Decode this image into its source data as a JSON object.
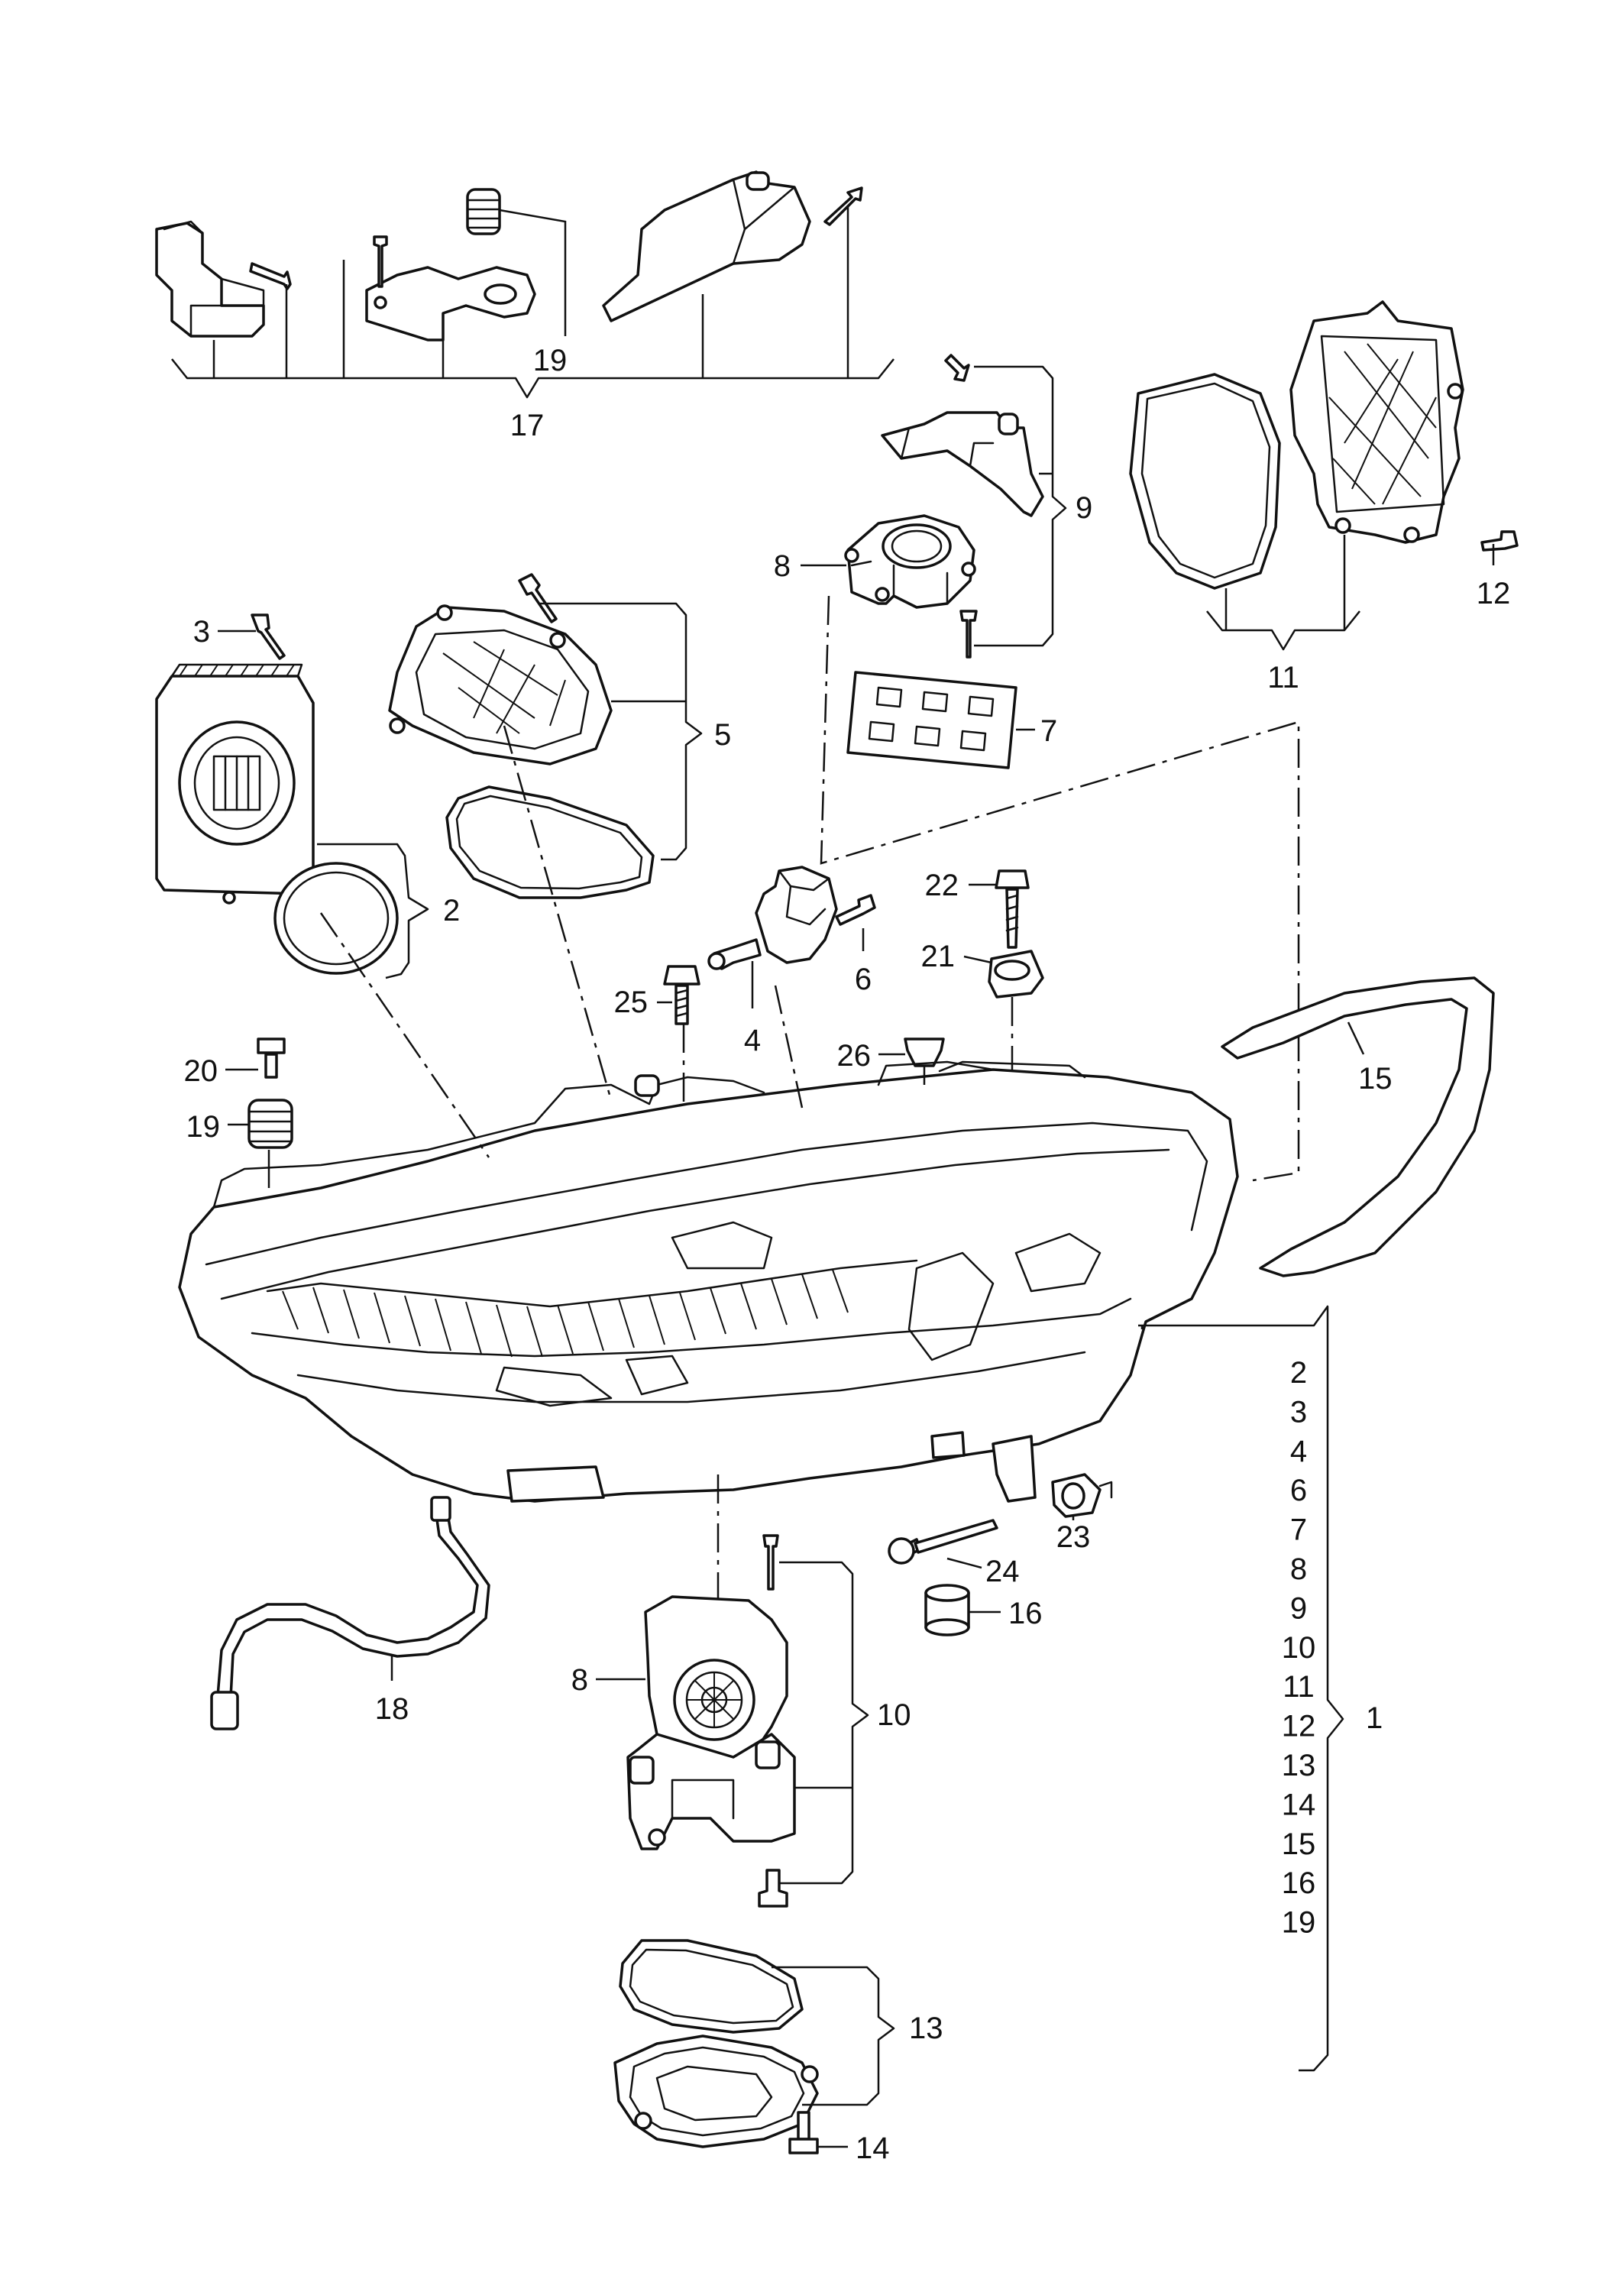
{
  "callouts": {
    "c1": "1",
    "c2": "2",
    "c3": "3",
    "c4": "4",
    "c5": "5",
    "c6": "6",
    "c7": "7",
    "c8_top": "8",
    "c8_bottom": "8",
    "c9": "9",
    "c10": "10",
    "c11": "11",
    "c12": "12",
    "c13": "13",
    "c14": "14",
    "c15": "15",
    "c16": "16",
    "c17": "17",
    "c18": "18",
    "c19_top": "19",
    "c19_left": "19",
    "c20": "20",
    "c21": "21",
    "c22": "22",
    "c23": "23",
    "c24": "24",
    "c25": "25",
    "c26": "26"
  },
  "assembly_list": [
    "2",
    "3",
    "4",
    "6",
    "7",
    "8",
    "9",
    "10",
    "11",
    "12",
    "13",
    "14",
    "15",
    "16",
    "19"
  ]
}
